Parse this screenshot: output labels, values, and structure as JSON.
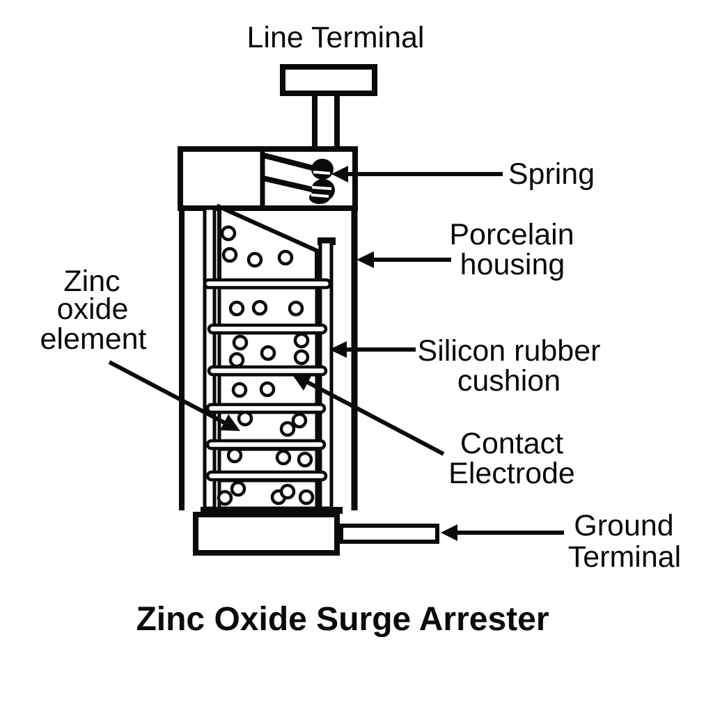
{
  "title": "Zinc Oxide Surge Arrester",
  "labels": {
    "line_terminal": [
      "Line Terminal"
    ],
    "spring": [
      "Spring"
    ],
    "porcelain_housing": [
      "Porcelain",
      "housing"
    ],
    "silicon_rubber_cushion": [
      "Silicon rubber",
      "cushion"
    ],
    "contact_electrode": [
      "Contact",
      "Electrode"
    ],
    "ground_terminal": [
      "Ground",
      "Terminal"
    ],
    "zinc_oxide_element": [
      "Zinc",
      "oxide",
      "element"
    ]
  },
  "colors": {
    "ink": "#0a0a0a",
    "background": "#ffffff"
  }
}
